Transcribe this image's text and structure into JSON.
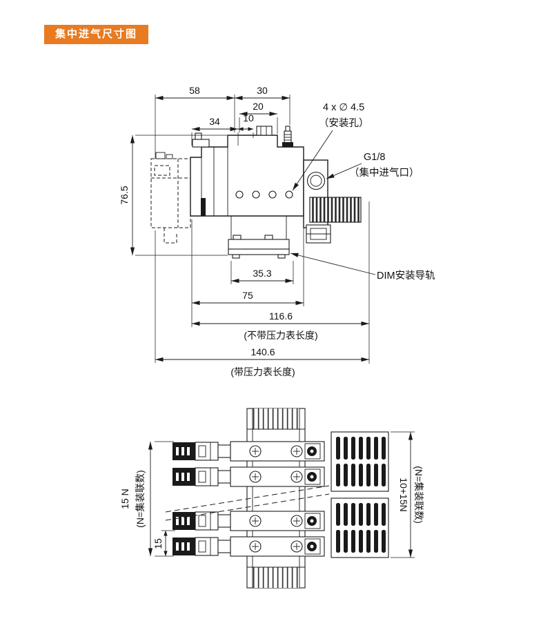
{
  "header": {
    "title": "集中进气尺寸图"
  },
  "colors": {
    "accent": "#E87B21",
    "line": "#1a1a1a",
    "background": "#ffffff"
  },
  "top_view": {
    "dims": {
      "w58": "58",
      "w30": "30",
      "w20": "20",
      "w10": "10",
      "w34": "34",
      "h76_5": "76.5",
      "w35_3": "35.3",
      "w75": "75",
      "w116_6": "116.6",
      "w140_6": "140.6"
    },
    "labels": {
      "no_gauge": "(不带压力表长度)",
      "with_gauge": "(带压力表长度)"
    },
    "annotations": {
      "holes": "4 x ∅ 4.5",
      "holes_sub": "（安装孔）",
      "inlet": "G1/8",
      "inlet_sub": "（集中进气口）",
      "rail": "DIM安装导轨"
    }
  },
  "bottom_view": {
    "dims": {
      "pitch_total": "15 N",
      "pitch": "15",
      "right_total": "10+15N"
    },
    "labels": {
      "left_note": "(N=集装联数)",
      "right_note": "(N=集装联数)"
    }
  }
}
